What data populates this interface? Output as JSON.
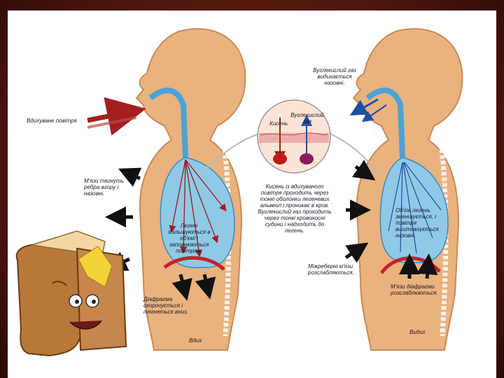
{
  "labels": {
    "inhaled_air": "Вдихуване повітря",
    "ribs_up": "М'язи тягнуть ребра вгору і назовні.",
    "lungs_expand": "Легені збільшуються в об'ємі і заповнюються повітрям.",
    "diaphragm_contracts": "Діафрагма скорочується і тягнеться вниз.",
    "inhale": "Вдих",
    "co2_out": "Вуглекислий газ видихається назовні.",
    "oxygen": "Кисень",
    "co2": "Вуглекислий газ",
    "exchange": "Кисень із вдихуваного повітря проходить через тонкі оболонки легеневих альвеол і проникає в кров. Вуглекислий газ проходить через тонкі кровоносні судини і надходить до легень.",
    "lung_volume_decreases": "Об'єм легень зменшується, і повітря виштовхується назовні.",
    "intercostal_relax": "Міжреберні м'язи розслабляються.",
    "diaphragm_relaxes": "М'язи діафрагми розслаблюються.",
    "exhale": "Видих"
  },
  "colors": {
    "skin": "#e9b27e",
    "skin_dark": "#c98a55",
    "lung": "#8fc9e6",
    "airway": "#4aa3d8",
    "arrow_in": "#a31f1f",
    "arrow_out": "#1f4fa3",
    "diaphragm": "#c8202a",
    "frame": "#5a1a10"
  }
}
